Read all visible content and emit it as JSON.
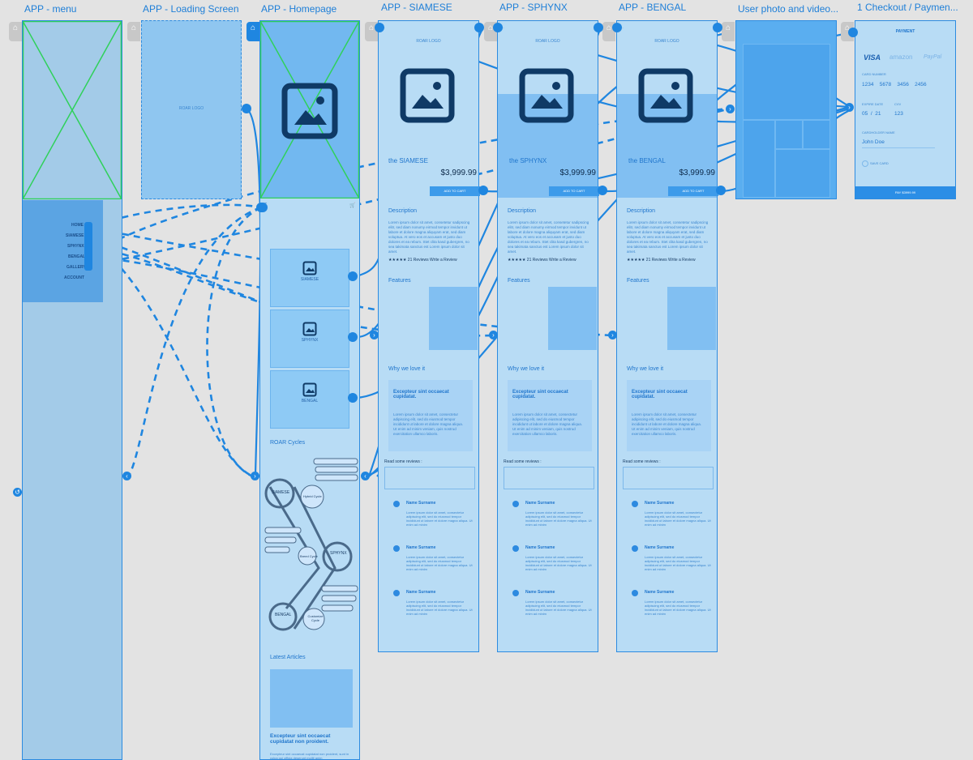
{
  "artboards": {
    "menu": {
      "title": "APP - menu",
      "items": [
        "HOME",
        "SIAMESE",
        "SPHYNX",
        "BENGAL",
        "GALLERY",
        "ACCOUNT"
      ]
    },
    "loading": {
      "title": "APP - Loading Screen",
      "placeholder": "ROAR LOGO"
    },
    "home": {
      "title": "APP - Homepage",
      "cards": [
        {
          "name": "SIAMESE"
        },
        {
          "name": "SPHYNX"
        },
        {
          "name": "BENGAL"
        }
      ],
      "cycles_title": "ROAR Cycles",
      "cycle_nodes": [
        "SIAMESE",
        "Hybrid Cycle",
        "SPHYNX",
        "Breed Cycle",
        "BENGAL",
        "Customize Cycle"
      ],
      "articles_title": "Latest Articles",
      "article_heading": "Excepteur sint occaecat cupidatat non proident.",
      "article_text": "Excepteur sint occaecat cupidatat non proident, sunt in culpa qui officia deserunt mollit anim"
    },
    "siamese": {
      "title": "APP - SIAMESE",
      "breed": "the SIAMESE",
      "price": "$3,999.99"
    },
    "sphynx": {
      "title": "APP - SPHYNX",
      "breed": "the SPHYNX",
      "price": "$3,999.99"
    },
    "bengal": {
      "title": "APP - BENGAL",
      "breed": "the BENGAL",
      "price": "$3,999.99"
    },
    "gallery": {
      "title": "User photo and video..."
    },
    "checkout": {
      "title": "1 Checkout / Paymen...",
      "heading": "PAYMENT",
      "brands": [
        "VISA",
        "amazon",
        "PayPal"
      ],
      "card_label": "CARD NUMBER",
      "card_parts": [
        "1234",
        "5678",
        "3456",
        "2456"
      ],
      "expiry_label": "EXPIRE DATE",
      "expiry": [
        "05",
        "/",
        "21"
      ],
      "cvv_label": "CVV",
      "cvv": "123",
      "holder_label": "CARDHOLDER NAME",
      "holder": "John Doe",
      "save_label": "SAVE CARD",
      "pay_button": "PAY $3999.99"
    }
  },
  "product_common": {
    "logo": "ROAR LOGO",
    "add_to_cart": "ADD TO CART",
    "description_title": "Description",
    "description_text": "Lorem ipsum dolor sit amet, consetetur sadipscing elitr, sed diam nonumy eirmod tempor invidunt ut labore et dolore magna aliquyam erat, sed diam voluptua. At vero eos et accusam et justo duo dolores et ea rebum. Stet clita kasd gubergren, no sea takimata sanctus est Lorem ipsum dolor sit amet.",
    "reviews_line": "★★★★★ 21 Reviews  Write a Review",
    "features_title": "Features",
    "why_title": "Why we love it",
    "why_heading": "Excepteur sint occaecat cupidatat.",
    "why_text": "Lorem ipsum dolor sit amet, consectetur adipiscing elit, sed do eiusmod tempor incididunt ut labore et dolore magna aliqua. Ut enim ad minim veniam, quis nostrud exercitation ullamco laboris.",
    "read_reviews": "Read some reviews :",
    "reviewer": "Name Surname",
    "review_text": "Lorem ipsum dolor sit amet, consectetur adipiscing elit, sed do eiusmod tempor incididunt ut labore et dolore magna aliqua. Ut enim ad minim"
  },
  "colors": {
    "canvas": "#e3e3e3",
    "accent": "#1f86e0",
    "frame": "#b8dcf5",
    "wireframe_green": "#2fd15a"
  }
}
